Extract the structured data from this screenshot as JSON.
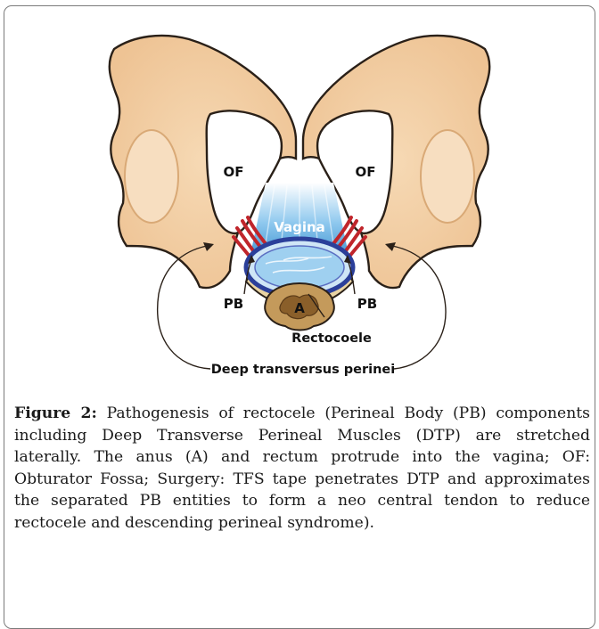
{
  "figure": {
    "labels": {
      "obturator_left": "OF",
      "obturator_right": "OF",
      "vagina": "Vagina",
      "anus": "A",
      "perineal_body_left": "PB",
      "perineal_body_right": "PB",
      "rectocoele": "Rectocoele",
      "deep_transversus": "Deep transversus perinei"
    },
    "colors": {
      "bone": "#f2cfa4",
      "bone_outline": "#2a2018",
      "muscle": "#c0252b",
      "vagina_blue": "#2e8fd0",
      "vagina_wall": "#2b3f9a",
      "anus_tan": "#c49a5b",
      "perineal_body": "#e9d3a3"
    }
  },
  "caption": {
    "label": "Figure 2:",
    "text": " Pathogenesis of rectocele (Perineal Body (PB) components including Deep Transverse Perineal Muscles (DTP) are stretched laterally. The anus (A) and rectum protrude into the vagina; OF: Obturator Fossa; Surgery: TFS tape penetrates DTP and approximates the separated PB entities to form a neo central tendon to reduce rectocele and descending perineal syndrome)."
  }
}
